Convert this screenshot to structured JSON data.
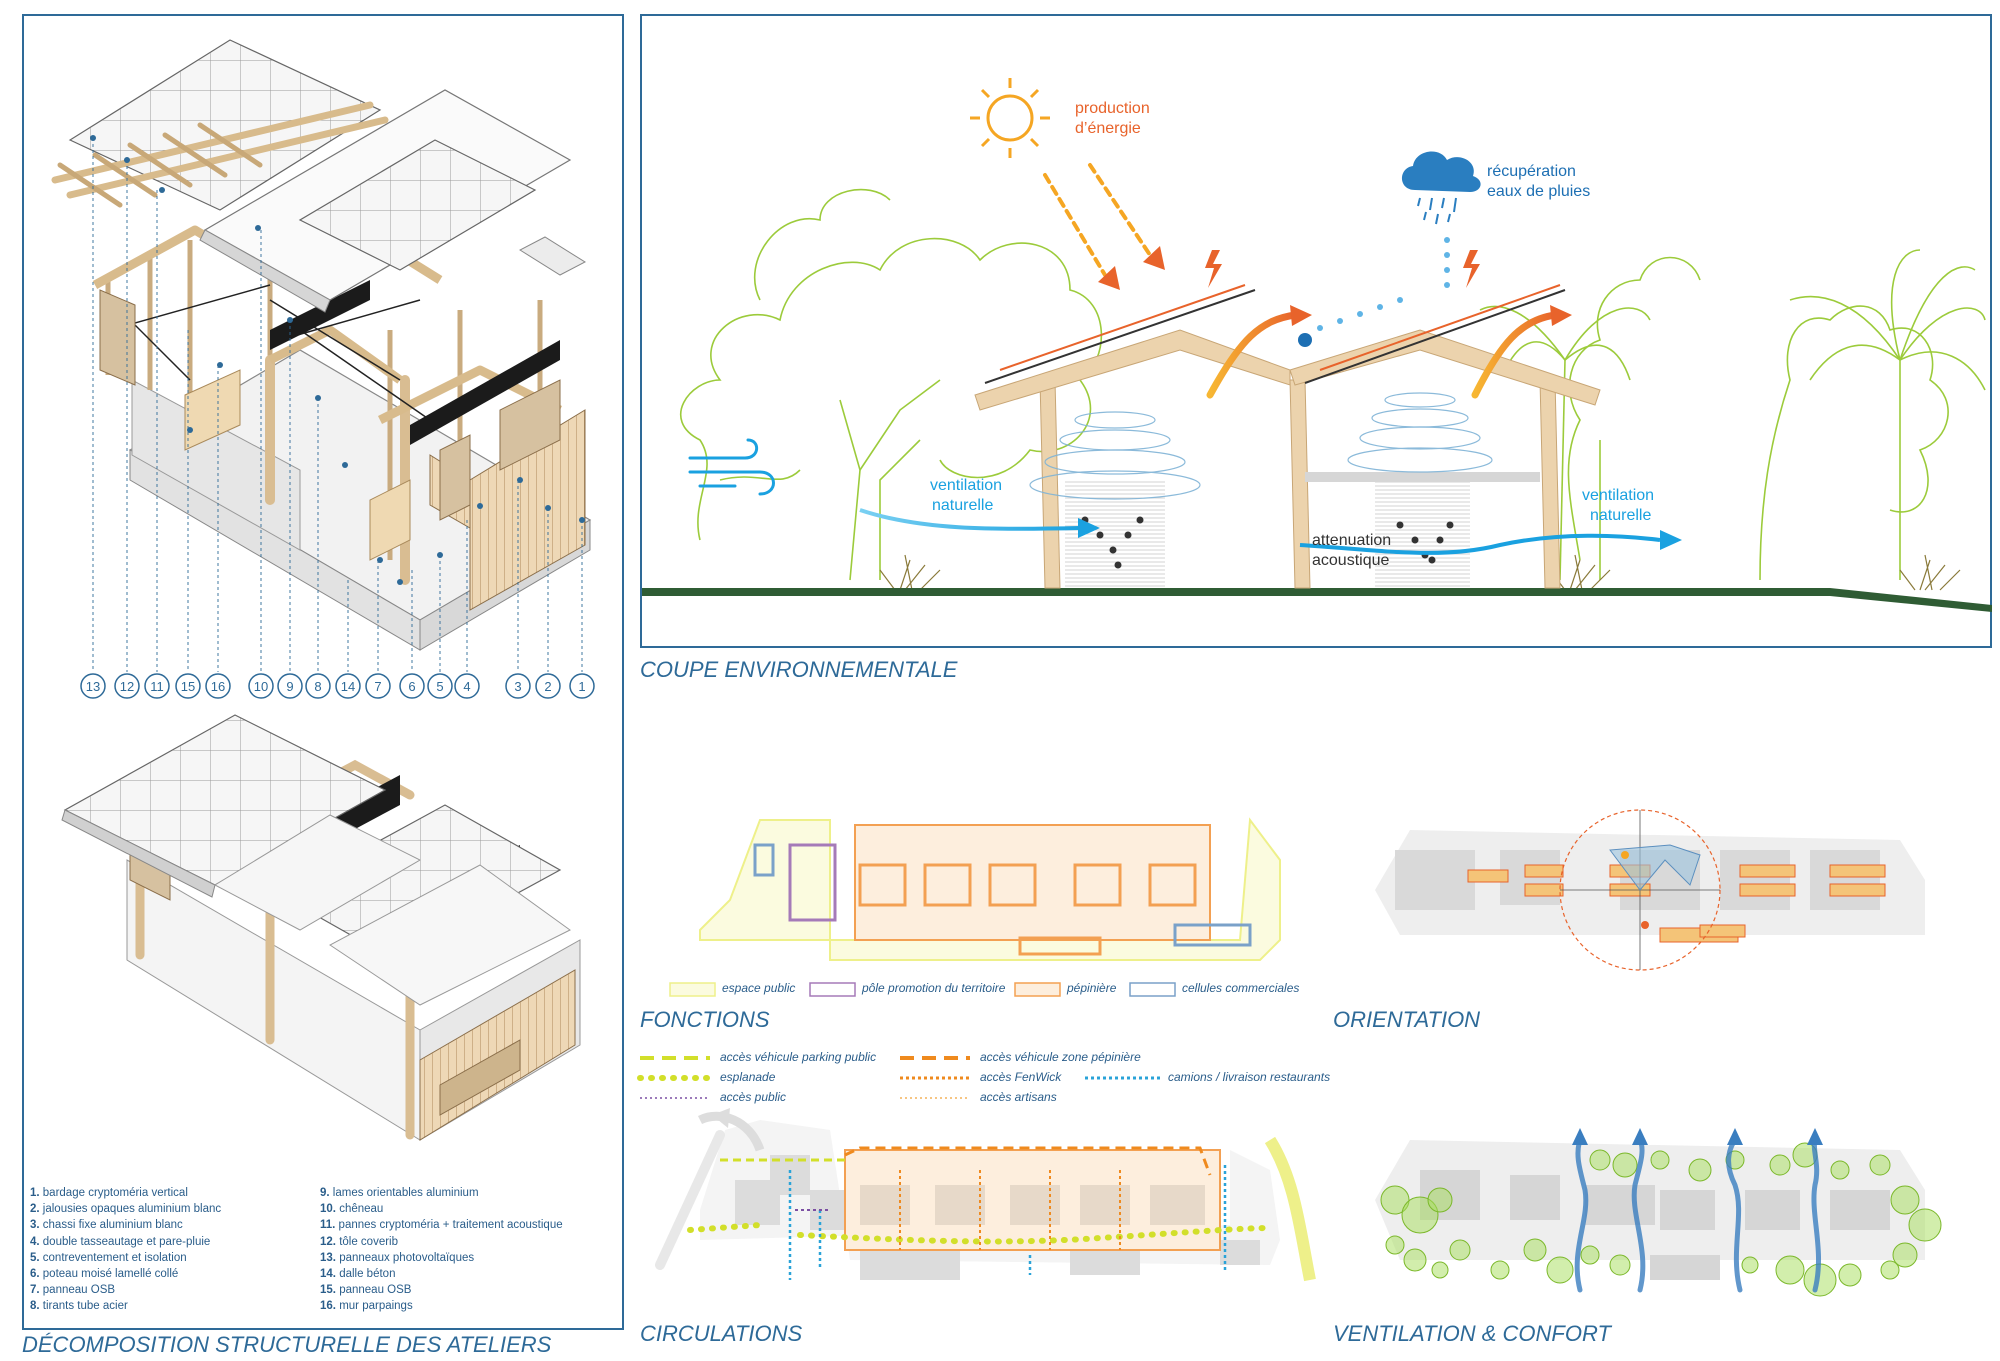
{
  "headings": {
    "structure": "DÉCOMPOSITION STRUCTURELLE DES ATELIERS",
    "section": "COUPE ENVIRONNEMENTALE",
    "fonctions": "FONCTIONS",
    "orientation": "ORIENTATION",
    "circulations": "CIRCULATIONS",
    "ventilation": "VENTILATION & CONFORT"
  },
  "callouts": {
    "energy_l1": "production",
    "energy_l2": "d’énergie",
    "rain_l1": "récupération",
    "rain_l2": "eaux de pluies",
    "vent_left_l1": "ventilation",
    "vent_left_l2": "naturelle",
    "vent_right_l1": "ventilation",
    "vent_right_l2": "naturelle",
    "acoustic_l1": "attenuation",
    "acoustic_l2": "acoustique"
  },
  "bubbles": [
    "13",
    "12",
    "11",
    "15",
    "16",
    "10",
    "9",
    "8",
    "14",
    "7",
    "6",
    "5",
    "4",
    "3",
    "2",
    "1"
  ],
  "components": [
    {
      "num": "1.",
      "label": "bardage cryptoméria vertical"
    },
    {
      "num": "2.",
      "label": "jalousies opaques aluminium blanc"
    },
    {
      "num": "3.",
      "label": "chassi fixe aluminium blanc"
    },
    {
      "num": "4.",
      "label": "double tasseautage et pare-pluie"
    },
    {
      "num": "5.",
      "label": "contreventement et isolation"
    },
    {
      "num": "6.",
      "label": "poteau moisé lamellé collé"
    },
    {
      "num": "7.",
      "label": "panneau OSB"
    },
    {
      "num": "8.",
      "label": "tirants tube acier"
    },
    {
      "num": "9.",
      "label": "lames orientables aluminium"
    },
    {
      "num": "10.",
      "label": "chêneau"
    },
    {
      "num": "11.",
      "label": "pannes cryptoméria + traitement acoustique"
    },
    {
      "num": "12.",
      "label": "tôle coverib"
    },
    {
      "num": "13.",
      "label": "panneaux photovoltaïques"
    },
    {
      "num": "14.",
      "label": "dalle béton"
    },
    {
      "num": "15.",
      "label": "panneau OSB"
    },
    {
      "num": "16.",
      "label": "mur parpaings"
    }
  ],
  "fonctions_legend": [
    {
      "label": "espace public",
      "color": "#eef08a"
    },
    {
      "label": "pôle promotion du territoire",
      "color": "#a57ab8"
    },
    {
      "label": "pépinière",
      "color": "#f3a052"
    },
    {
      "label": "cellules commerciales",
      "color": "#7aa1c9"
    }
  ],
  "circulation_legend": [
    {
      "label": "accès véhicule parking public",
      "color": "#d2df2a",
      "style": "dash"
    },
    {
      "label": "esplanade",
      "color": "#d2df2a",
      "style": "dots"
    },
    {
      "label": "accès public",
      "color": "#7b4fa3",
      "style": "fine"
    },
    {
      "label": "accès véhicule zone pépinière",
      "color": "#ef8a1e",
      "style": "dash"
    },
    {
      "label": "accès FenWick",
      "color": "#ef8a1e",
      "style": "dotted"
    },
    {
      "label": "accès artisans",
      "color": "#f4b25a",
      "style": "fine"
    },
    {
      "label": "camions / livraison restaurants",
      "color": "#2aa3d8",
      "style": "dotted"
    }
  ],
  "colors": {
    "accent_blue": "#2e6a98",
    "callout_orange": "#e8632b",
    "callout_blue": "#1d6fb3",
    "wind_blue": "#1aa1e0",
    "ground_green": "#2f5c34",
    "tree_green": "#9ccb3b",
    "timber": "#ecd3ad"
  }
}
